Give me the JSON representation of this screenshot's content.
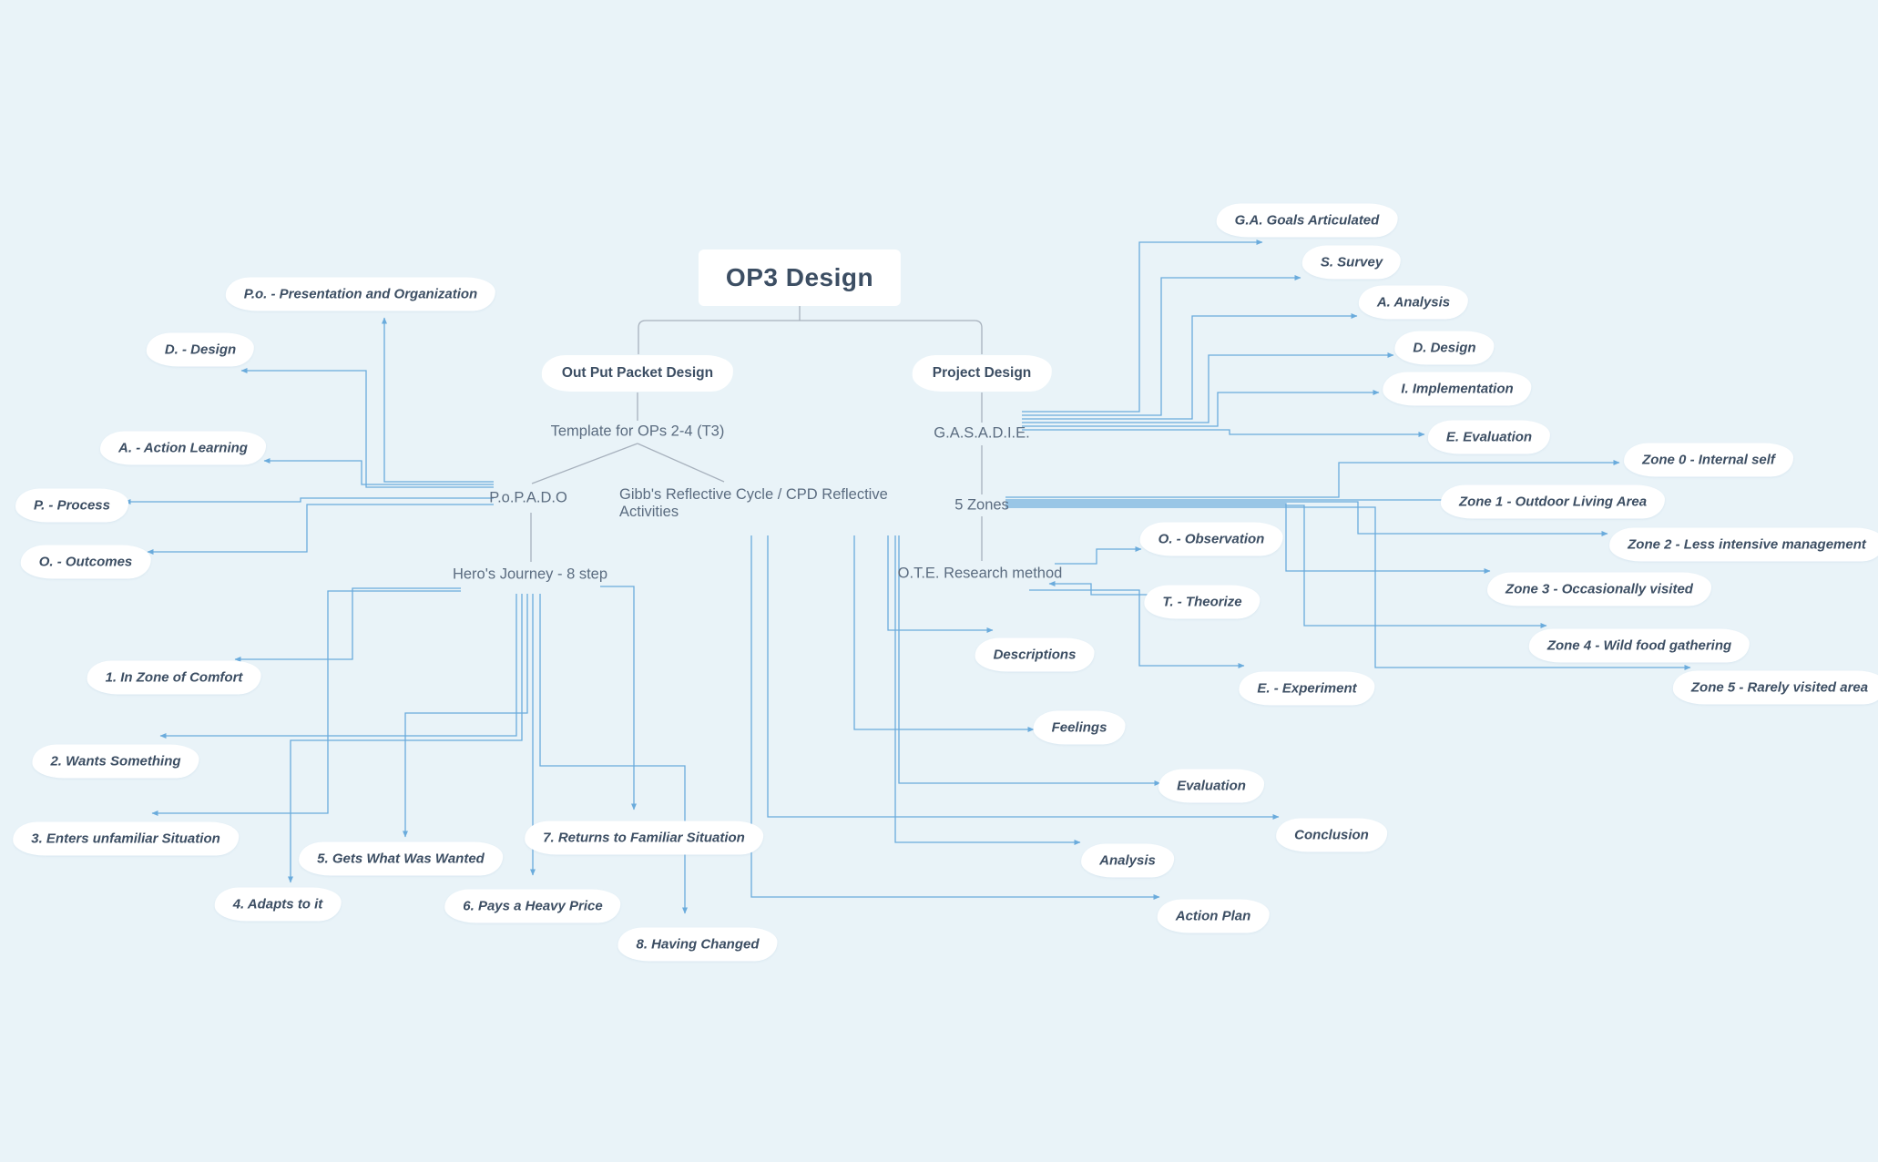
{
  "title": "OP3 Design",
  "branches": {
    "left": "Out Put Packet Design",
    "right": "Project Design"
  },
  "hubs": {
    "template": "Template for OPs 2-4 (T3)",
    "popado": "P.o.P.A.D.O",
    "gibbs": "Gibb's Reflective Cycle / CPD Reflective Activities",
    "heros": "Hero's Journey - 8 step",
    "gasadie": "G.A.S.A.D.I.E.",
    "zones": "5 Zones",
    "ote": "O.T.E. Research method"
  },
  "popado_items": [
    "P.o. - Presentation and Organization",
    "D. - Design",
    "A. - Action Learning",
    "P. - Process",
    "O. - Outcomes"
  ],
  "hero_steps": [
    "1. In Zone of Comfort",
    "2. Wants Something",
    "3. Enters unfamiliar Situation",
    "4. Adapts to it",
    "5. Gets What Was Wanted",
    "6. Pays a Heavy Price",
    "7. Returns to Familiar Situation",
    "8. Having Changed"
  ],
  "gasadie_items": [
    "G.A. Goals Articulated",
    "S. Survey",
    "A. Analysis",
    "D. Design",
    "I. Implementation",
    "E. Evaluation"
  ],
  "zone_items": [
    "Zone 0 - Internal self",
    "Zone 1 - Outdoor Living Area",
    "Zone 2 - Less intensive management",
    "Zone 3 - Occasionally visited",
    "Zone 4 - Wild food gathering",
    "Zone 5 - Rarely visited area"
  ],
  "ote_items": [
    "O. - Observation",
    "T. - Theorize",
    "E. - Experiment"
  ],
  "gibbs_items": [
    "Descriptions",
    "Feelings",
    "Evaluation",
    "Analysis",
    "Conclusion",
    "Action Plan"
  ],
  "colors": {
    "background": "#e9f3f8",
    "bubble_fill": "#ffffff",
    "text_dark": "#3c4e63",
    "text_hub": "#5b6c80",
    "line_blue": "#6aabdc",
    "line_gray": "#a7b1bd"
  }
}
